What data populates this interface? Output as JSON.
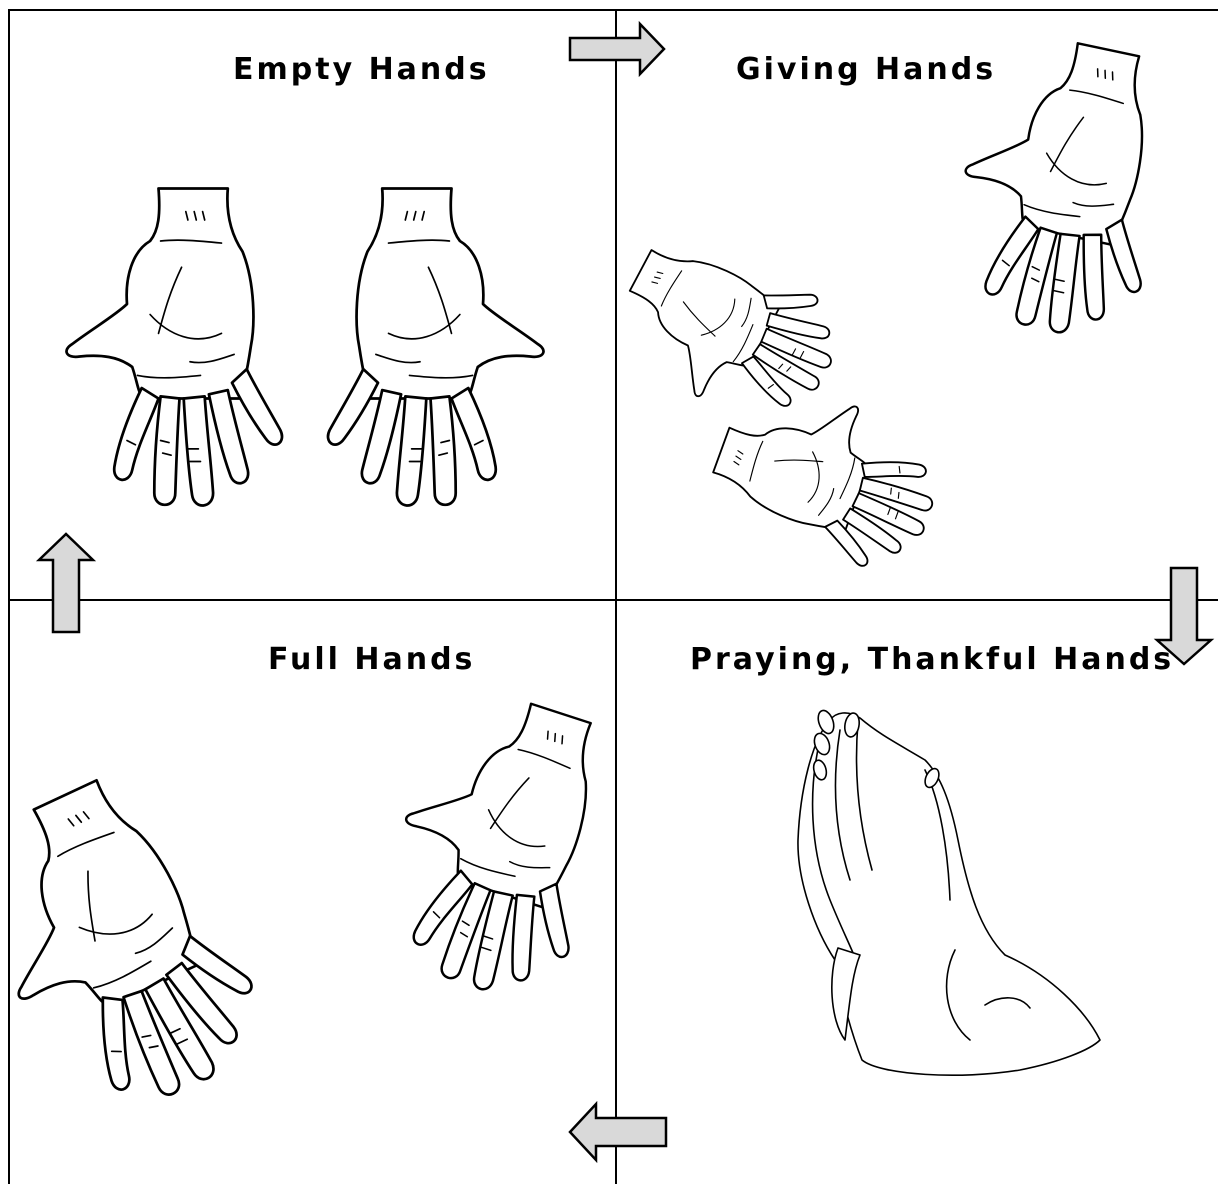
{
  "panels": {
    "empty": {
      "title": "Empty Hands"
    },
    "giving": {
      "title": "Giving Hands"
    },
    "full": {
      "title": "Full Hands"
    },
    "praying": {
      "title": "Praying, Thankful Hands"
    }
  },
  "colors": {
    "line": "#000000",
    "arrow_fill": "#d9d9d9",
    "background": "#ffffff"
  },
  "icons": [
    "open-palm-hand-icon",
    "praying-hands-icon",
    "cycle-arrow-icon"
  ]
}
